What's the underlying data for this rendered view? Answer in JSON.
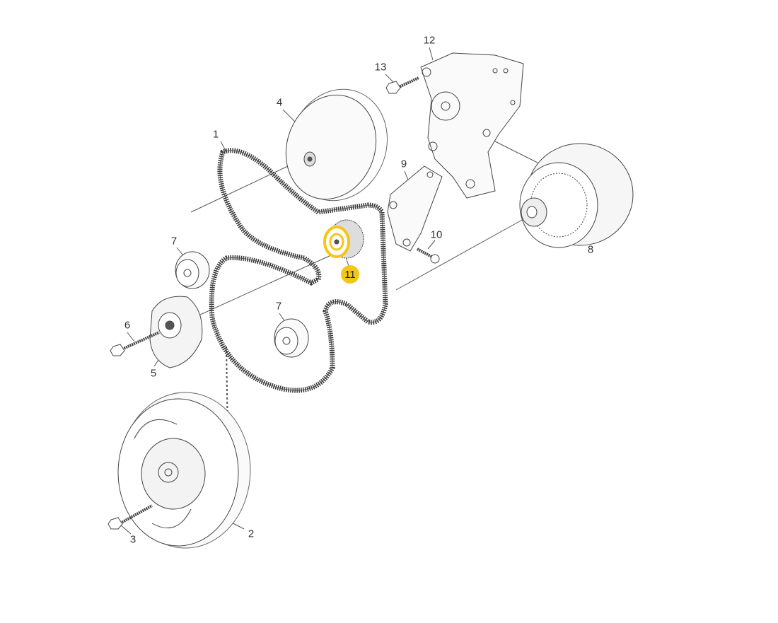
{
  "diagram": {
    "callouts": {
      "belt": "1",
      "crank_pulley": "2",
      "crank_bolt": "3",
      "water_pump_pulley": "4",
      "tensioner": "5",
      "tensioner_bolt": "6",
      "idler_upper": "7",
      "idler_lower": "7",
      "alternator": "8",
      "bracket_small": "9",
      "bracket_bolt": "10",
      "idler_highlighted": "11",
      "bracket_main": "12",
      "main_bracket_bolt": "13"
    },
    "highlight_color": "#f5c518"
  }
}
